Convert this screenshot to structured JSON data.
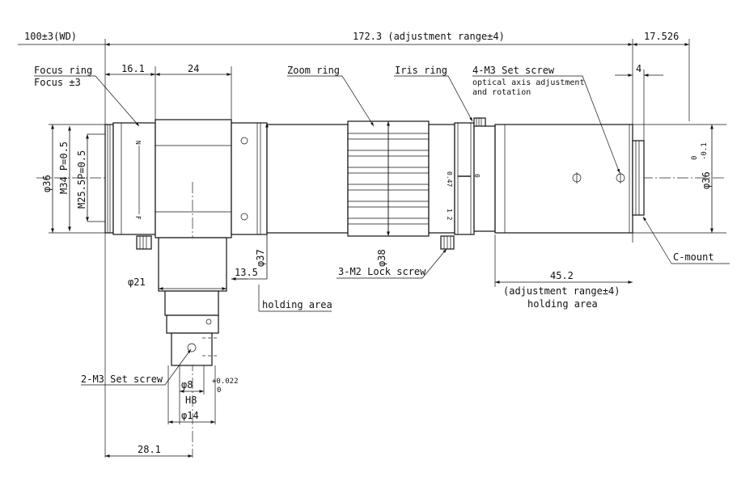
{
  "labels": {
    "wd": "100±3(WD)",
    "total_length": "172.3 (adjustment range±4)",
    "back_length": "17.526",
    "focus_ring": "Focus ring",
    "focus_tol": "Focus ±3",
    "dim_16_1": "16.1",
    "dim_24": "24",
    "zoom_ring": "Zoom ring",
    "iris_ring": "Iris ring",
    "set_screw_4": "4-M3 Set screw",
    "optical_axis_1": "optical axis adjustment",
    "optical_axis_2": "and rotation",
    "dim_4": "4",
    "dia_36_left": "φ36",
    "thread_m34": "M34 P=0.5",
    "thread_m25": "M25.5P=0.5",
    "dia_37": "φ37",
    "dia_38": "φ38",
    "lock_screw": "3-M2 Lock screw",
    "dia_36_right": "φ36",
    "tol_top": "0",
    "tol_bottom": "-0.1",
    "c_mount": "C-mount",
    "dia_21": "φ21",
    "dim_13_5": "13.5",
    "holding_area": "holding area",
    "dim_45_2": "45.2",
    "adj_range": "(adjustment range±4)",
    "holding_area_2": "holding area",
    "set_screw_2": "2-M3 Set screw",
    "dia_8": "φ8",
    "fit_h8": "H8",
    "fit_tol": "+0.022",
    "fit_tol_zero": "0",
    "dia_14": "φ14",
    "dim_28_1": "28.1",
    "scale_n": "N",
    "scale_f": "F",
    "iris_047": "0.47",
    "iris_0": "0",
    "iris_marks": "1 2"
  }
}
